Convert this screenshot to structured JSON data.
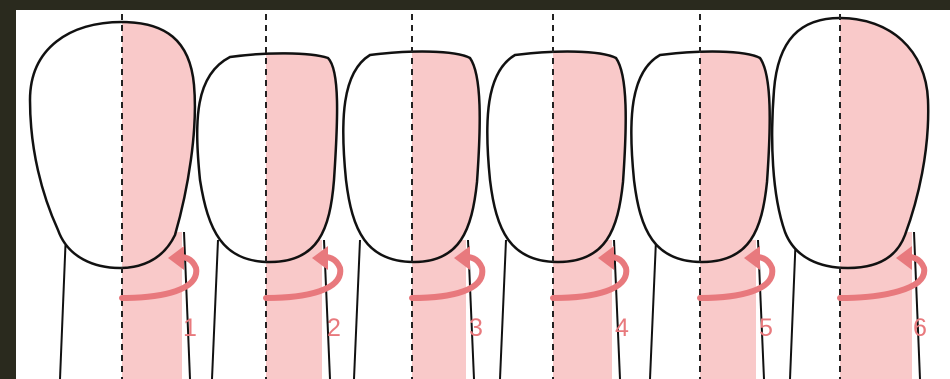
{
  "diagram": {
    "colors": {
      "frame": "#2a2a1e",
      "background": "#ffffff",
      "outline": "#111111",
      "shade": "#f9c9c9",
      "arrow": "#e8797d",
      "label": "#e8797d",
      "midline": "#222222"
    },
    "teeth": [
      {
        "label": "1"
      },
      {
        "label": "2"
      },
      {
        "label": "3"
      },
      {
        "label": "4"
      },
      {
        "label": "5"
      },
      {
        "label": "6"
      }
    ]
  }
}
